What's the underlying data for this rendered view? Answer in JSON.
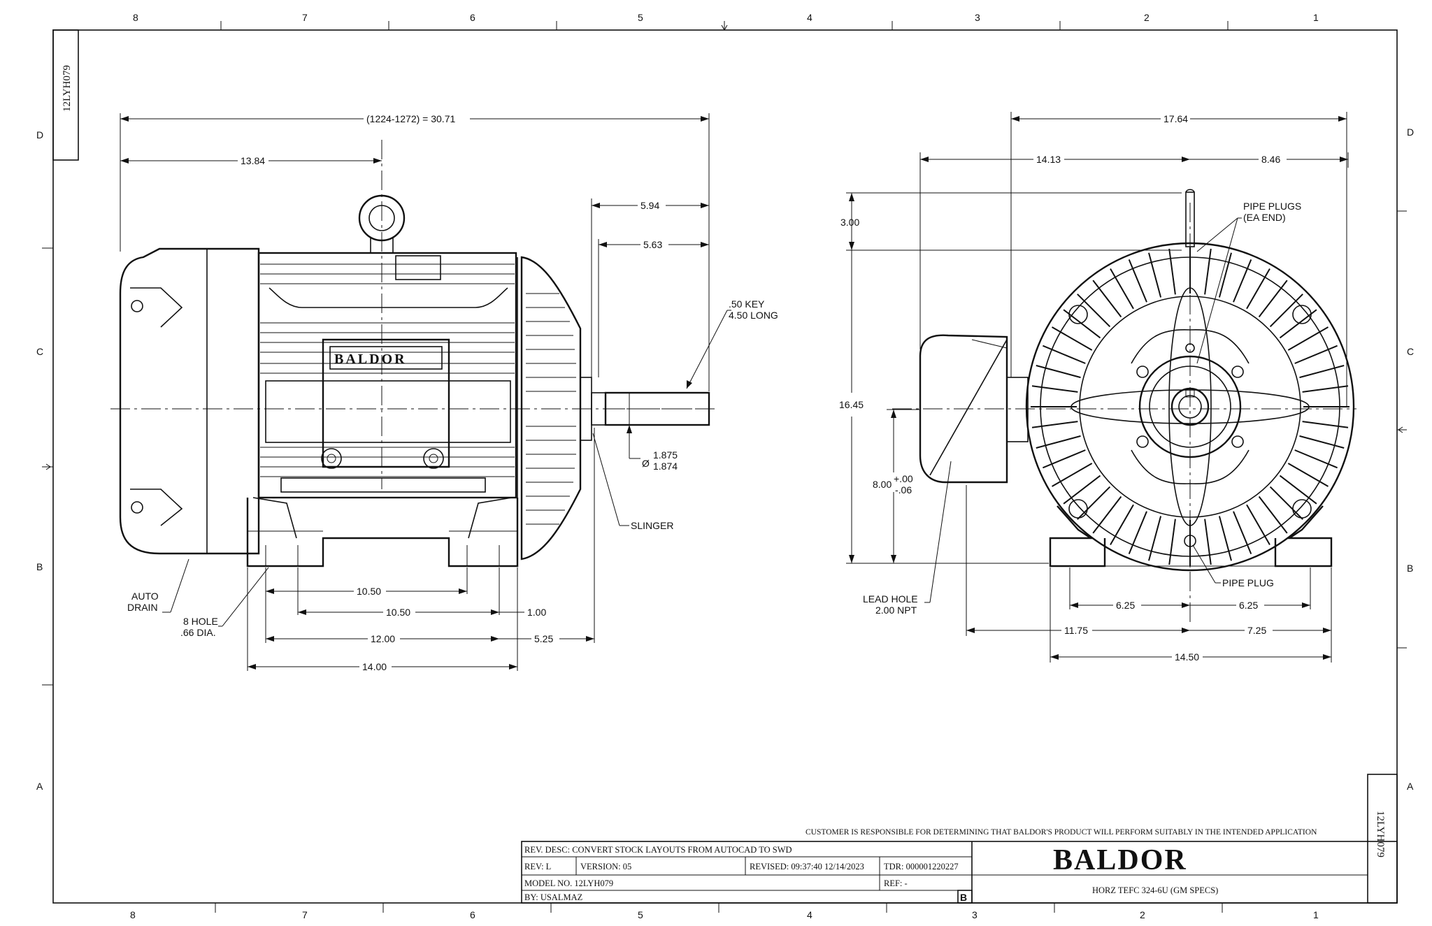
{
  "drawing_id": "12LYH079",
  "zones": {
    "columns_top": [
      "8",
      "7",
      "6",
      "5",
      "4",
      "3",
      "2",
      "1"
    ],
    "columns_bottom": [
      "8",
      "7",
      "6",
      "5",
      "4",
      "3",
      "2",
      "1"
    ],
    "rows": [
      "D",
      "C",
      "B",
      "A"
    ]
  },
  "side_view": {
    "overall_length": "(1224-1272) = 30.71",
    "to_eyebolt": "13.84",
    "shaft_extension": "5.94",
    "shaft_to_slinger": "5.63",
    "key_note_line1": ".50 KEY",
    "key_note_line2": "4.50 LONG",
    "shaft_dia_symbol": "Ø",
    "shaft_dia_max": "1.875",
    "shaft_dia_min": "1.874",
    "slinger": "SLINGER",
    "auto_drain_line1": "AUTO",
    "auto_drain_line2": "DRAIN",
    "holes_line1": "8 HOLE",
    "holes_line2": ".66 DIA.",
    "foot_10_50_upper": "10.50",
    "foot_10_50_lower": "10.50",
    "foot_1_00": "1.00",
    "foot_12_00": "12.00",
    "foot_5_25": "5.25",
    "foot_14_00": "14.00",
    "nameplate": "BALDOR"
  },
  "end_view": {
    "overall_width": "17.64",
    "left_width": "14.13",
    "right_width": "8.46",
    "top_3_00": "3.00",
    "height_16_45": "16.45",
    "shaft_height": "8.00",
    "tol_plus": "+.00",
    "tol_minus": "-.06",
    "pipe_plugs_line1": "PIPE PLUGS",
    "pipe_plugs_line2": "(EA END)",
    "pipe_plug": "PIPE PLUG",
    "lead_hole_line1": "LEAD HOLE",
    "lead_hole_line2": "2.00 NPT",
    "base_6_25_left": "6.25",
    "base_6_25_right": "6.25",
    "base_11_75": "11.75",
    "base_7_25": "7.25",
    "base_14_50": "14.50"
  },
  "title_block": {
    "disclaimer": "CUSTOMER IS RESPONSIBLE FOR DETERMINING THAT BALDOR'S PRODUCT WILL PERFORM SUITABLY IN THE INTENDED APPLICATION",
    "rev_desc": "REV. DESC: CONVERT STOCK LAYOUTS FROM AUTOCAD TO SWD",
    "rev": "REV:   L",
    "version": "VERSION:   05",
    "revised": "REVISED:  09:37:40 12/14/2023",
    "tdr": "TDR: 000001220227",
    "model_no": "MODEL NO.   12LYH079",
    "ref": "REF:  -",
    "by": "BY: USALMAZ",
    "sheet_size": "B",
    "logo": "BALDOR",
    "description": "HORZ TEFC 324-6U (GM SPECS)"
  }
}
